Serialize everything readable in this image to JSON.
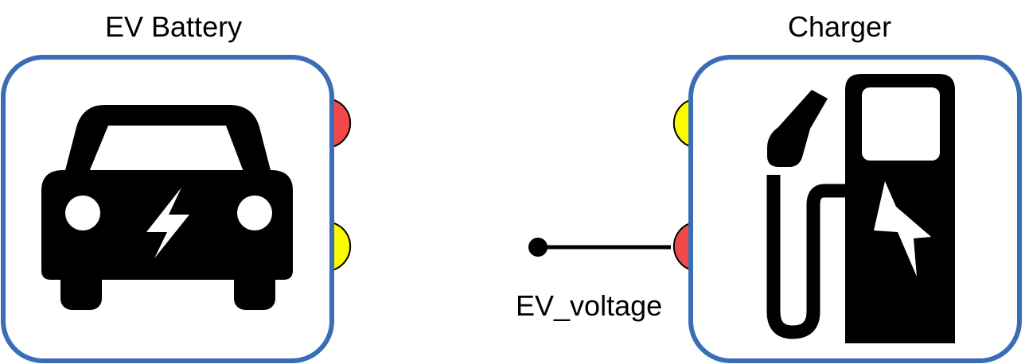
{
  "blocks": [
    {
      "id": "battery",
      "title": "EV Battery",
      "icon": "electric-car-icon"
    },
    {
      "id": "charger",
      "title": "Charger",
      "icon": "ev-charging-station-icon"
    }
  ],
  "signal": {
    "label": "EV_voltage"
  },
  "colors": {
    "border": "#3a6db5",
    "port_red": "#f24848",
    "port_yellow": "#fafa00",
    "icon": "#000000"
  }
}
